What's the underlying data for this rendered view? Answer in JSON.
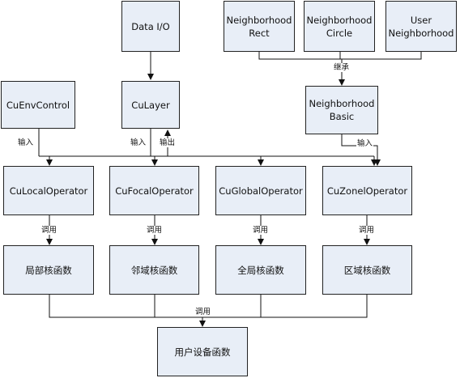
{
  "nodes": {
    "data_io": "Data I/O",
    "neighborhood_rect": "Neighborhood\nRect",
    "neighborhood_circle": "Neighborhood\nCircle",
    "user_neighborhood": "User\nNeighborhood",
    "neighborhood_basic": "Neighborhood\nBasic",
    "cuenvcontrol": "CuEnvControl",
    "culayer": "CuLayer",
    "culocal_operator": "CuLocalOperator",
    "cufocal_operator": "CuFocalOperator",
    "cuglobal_operator": "CuGlobalOperator",
    "cuzonel_operator": "CuZonelOperator",
    "local_kernel": "局部核函数",
    "neighborhood_kernel": "邻域核函数",
    "global_kernel": "全局核函数",
    "zone_kernel": "区域核函数",
    "user_device_func": "用户设备函数"
  },
  "edge_labels": {
    "inherit": "继承",
    "input_env": "输入",
    "input_layer": "输入",
    "output_layer": "输出",
    "input_basic": "输入",
    "call_local": "调用",
    "call_focal": "调用",
    "call_global": "调用",
    "call_zone": "调用",
    "call_device": "调用"
  }
}
